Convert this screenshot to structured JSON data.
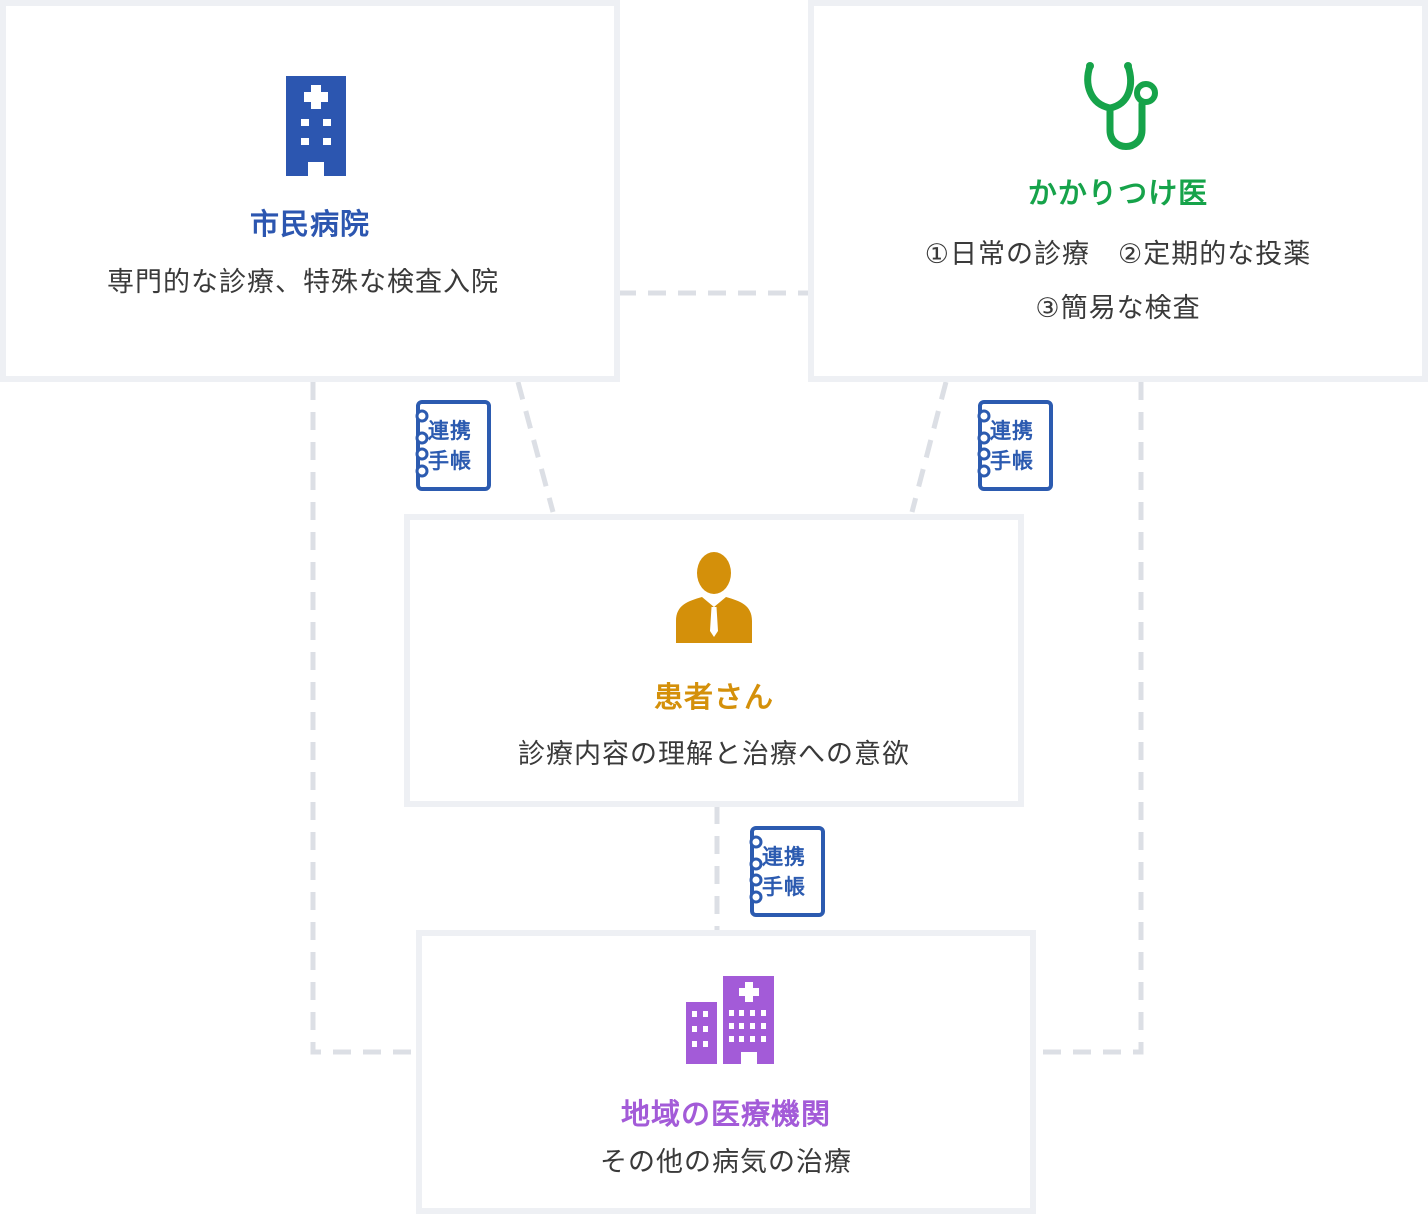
{
  "colors": {
    "hospital": "#2c56b0",
    "gp": "#16a34a",
    "patient": "#d4900a",
    "local": "#a35bd8",
    "box_border": "#eef0f4",
    "connector": "#dcdfe5",
    "text": "#3a3a3a"
  },
  "nodes": {
    "hospital": {
      "icon": "hospital-building-icon",
      "title": "市民病院",
      "desc": [
        "専門的な診療、特殊な検査入院"
      ]
    },
    "gp": {
      "icon": "stethoscope-icon",
      "title": "かかりつけ医",
      "desc": [
        "①日常の診療　②定期的な投薬",
        "③簡易な検査"
      ]
    },
    "patient": {
      "icon": "patient-person-icon",
      "title": "患者さん",
      "desc": [
        "診療内容の理解と治療への意欲"
      ]
    },
    "local": {
      "icon": "local-clinic-buildings-icon",
      "title": "地域の医療機関",
      "desc": [
        "その他の病気の治療"
      ]
    }
  },
  "notebook": {
    "icon": "notebook-icon",
    "line1": "連携",
    "line2": "手帳"
  }
}
